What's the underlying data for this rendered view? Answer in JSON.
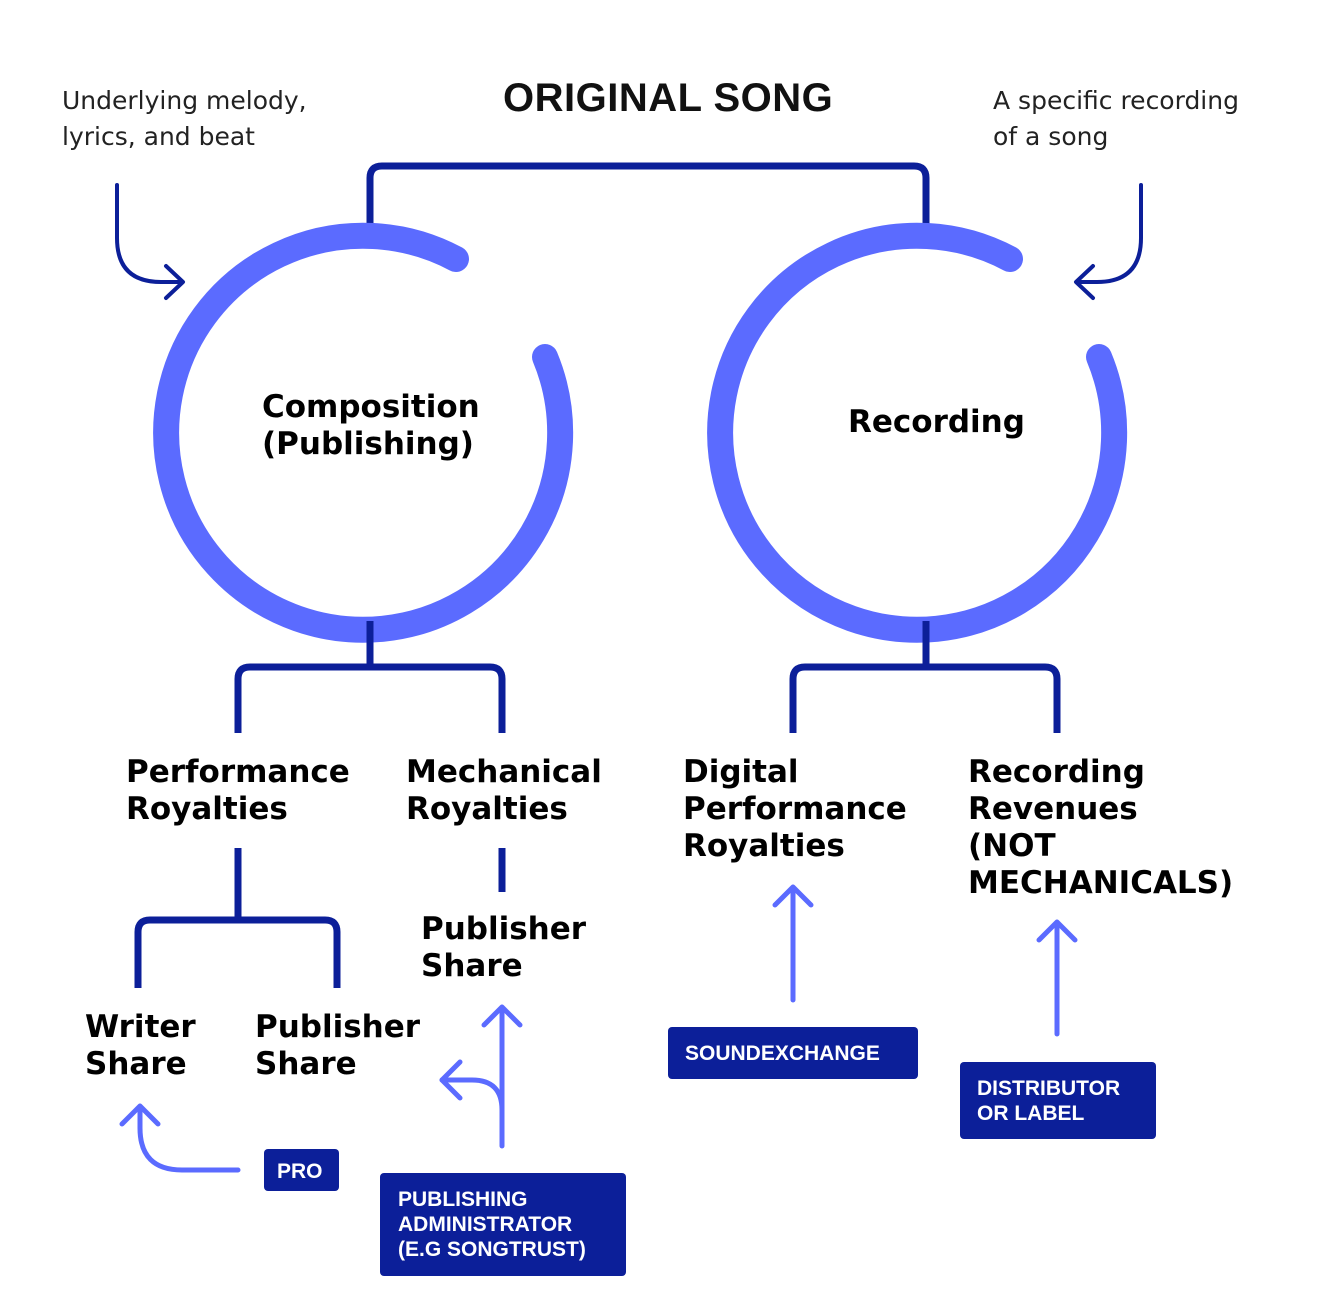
{
  "title": "ORIGINAL SONG",
  "notes": {
    "left": [
      "Underlying melody,",
      "lyrics, and beat"
    ],
    "right": [
      "A specific recording",
      "of a song"
    ]
  },
  "circles": {
    "composition": [
      "Composition",
      "(Publishing)"
    ],
    "recording": [
      "Recording"
    ]
  },
  "branches": {
    "performance": [
      "Performance",
      "Royalties"
    ],
    "mechanical": [
      "Mechanical",
      "Royalties"
    ],
    "digital": [
      "Digital",
      "Performance",
      "Royalties"
    ],
    "revenues": [
      "Recording",
      "Revenues",
      "(NOT",
      "MECHANICALS)"
    ]
  },
  "shares": {
    "writer": [
      "Writer",
      "Share"
    ],
    "publisher_perf": [
      "Publisher",
      "Share"
    ],
    "publisher_mech": [
      "Publisher",
      "Share"
    ]
  },
  "boxes": {
    "pro": [
      "PRO"
    ],
    "publishing_admin": [
      "PUBLISHING",
      "ADMINISTRATOR",
      "(E.G SONGTRUST)"
    ],
    "soundexchange": [
      "SOUNDEXCHANGE"
    ],
    "distributor": [
      "DISTRIBUTOR",
      "OR LABEL"
    ]
  },
  "colors": {
    "dark_blue": "#0c1f99",
    "light_blue": "#5b6bff"
  }
}
